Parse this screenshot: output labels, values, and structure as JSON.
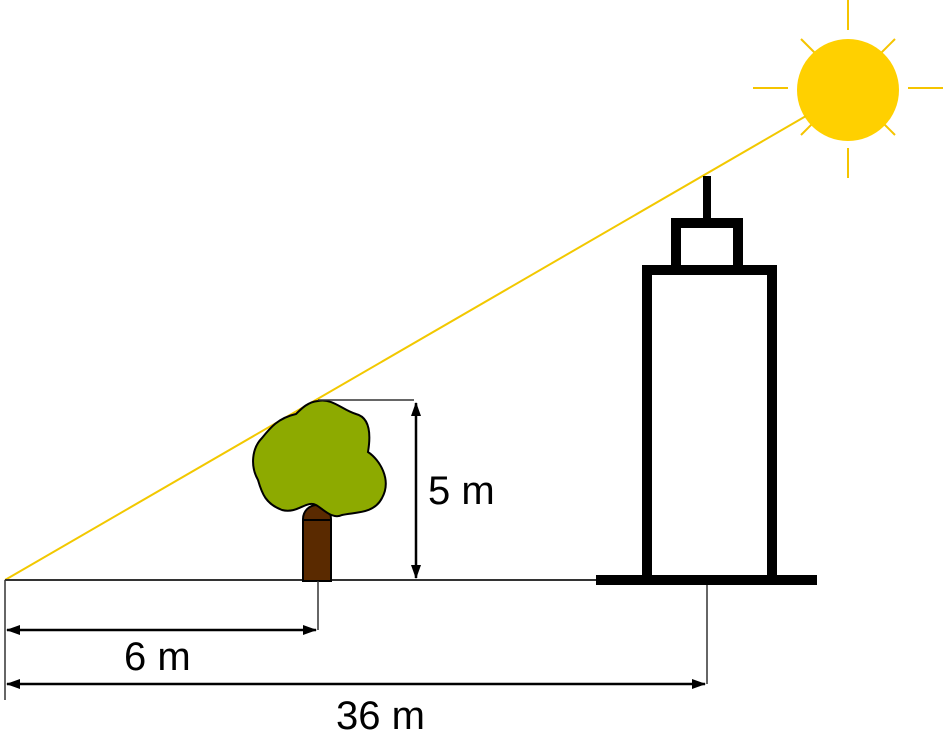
{
  "labels": {
    "tree_height": "5 m",
    "tree_distance": "6 m",
    "building_distance": "36 m"
  },
  "colors": {
    "sun": "#FFD000",
    "sun_ray": "#F5C400",
    "sight_line": "#F2C800",
    "foliage": "#8DAA00",
    "trunk": "#5A2A00",
    "ink": "#000000",
    "guide": "#333333"
  },
  "icons": {
    "sun": "sun-icon",
    "tree": "tree-icon",
    "building": "building-icon"
  }
}
